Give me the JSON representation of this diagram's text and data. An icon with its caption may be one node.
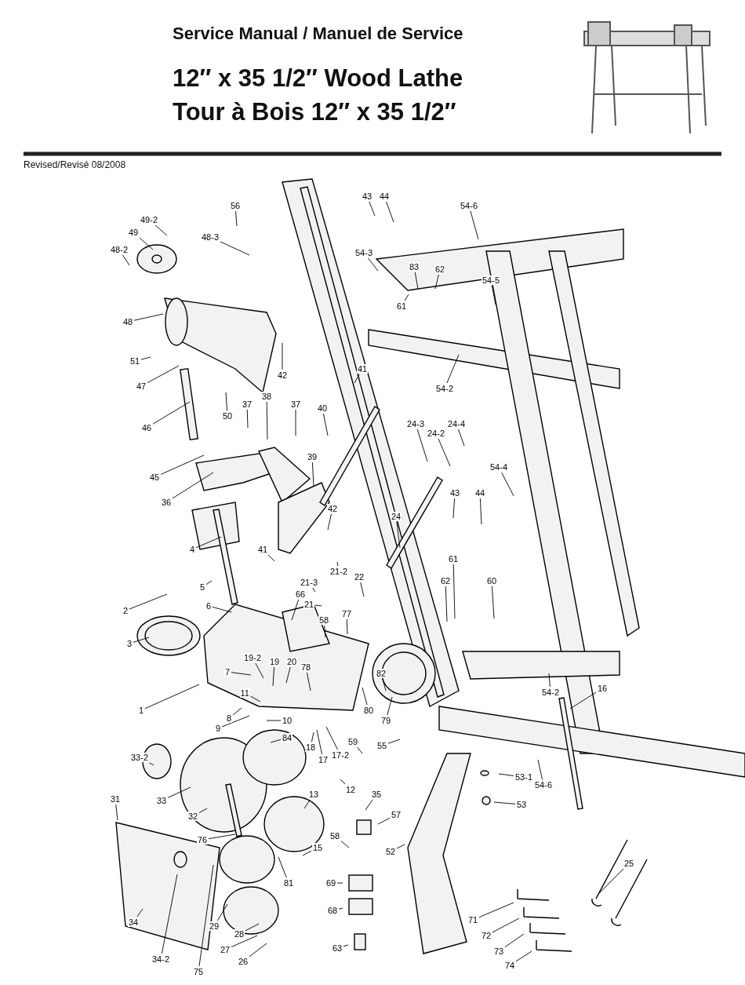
{
  "diagram": {
    "nodes": [
      {
        "text": [
          "43"
        ]
      },
      {
        "text": [
          "44"
        ]
      },
      {
        "text": [
          "54-6"
        ]
      },
      {
        "text": [
          "56"
        ]
      },
      {
        "text": [
          "49-2"
        ]
      },
      {
        "text": [
          "49"
        ]
      },
      {
        "text": [
          "48-2"
        ]
      },
      {
        "text": [
          "48-3"
        ]
      },
      {
        "text": [
          "54-3"
        ]
      },
      {
        "text": [
          "83"
        ]
      },
      {
        "text": [
          "62"
        ]
      },
      {
        "text": [
          "61"
        ]
      },
      {
        "text": [
          "54-5"
        ]
      },
      {
        "text": [
          "48"
        ]
      },
      {
        "text": [
          "42"
        ]
      },
      {
        "text": [
          "51"
        ]
      },
      {
        "text": [
          "47"
        ]
      },
      {
        "text": [
          "41"
        ]
      },
      {
        "text": [
          "54-2"
        ]
      },
      {
        "text": [
          "50"
        ]
      },
      {
        "text": [
          "37"
        ]
      },
      {
        "text": [
          "38"
        ]
      },
      {
        "text": [
          "37"
        ]
      },
      {
        "text": [
          "40"
        ]
      },
      {
        "text": [
          "46"
        ]
      },
      {
        "text": [
          "24-3"
        ]
      },
      {
        "text": [
          "24-2"
        ]
      },
      {
        "text": [
          "24-4"
        ]
      },
      {
        "text": [
          "39"
        ]
      },
      {
        "text": [
          "45"
        ]
      },
      {
        "text": [
          "54-4"
        ]
      },
      {
        "text": [
          "36"
        ]
      },
      {
        "text": [
          "43"
        ]
      },
      {
        "text": [
          "42"
        ]
      },
      {
        "text": [
          "44"
        ]
      },
      {
        "text": [
          "24"
        ]
      },
      {
        "text": [
          "4"
        ]
      },
      {
        "text": [
          "41"
        ]
      },
      {
        "text": [
          "21-2"
        ]
      },
      {
        "text": [
          "5"
        ]
      },
      {
        "text": [
          "21-3"
        ]
      },
      {
        "text": [
          "22"
        ]
      },
      {
        "text": [
          "62"
        ]
      },
      {
        "text": [
          "61"
        ]
      },
      {
        "text": [
          "60"
        ]
      },
      {
        "text": [
          "66"
        ]
      },
      {
        "text": [
          "2"
        ]
      },
      {
        "text": [
          "6"
        ]
      },
      {
        "text": [
          "21"
        ]
      },
      {
        "text": [
          "77"
        ]
      },
      {
        "text": [
          "58"
        ]
      },
      {
        "text": [
          "3"
        ]
      },
      {
        "text": [
          "19-2"
        ]
      },
      {
        "text": [
          "19"
        ]
      },
      {
        "text": [
          "20"
        ]
      },
      {
        "text": [
          "78"
        ]
      },
      {
        "text": [
          "7"
        ]
      },
      {
        "text": [
          "11"
        ]
      },
      {
        "text": [
          "82"
        ]
      },
      {
        "text": [
          "54-2"
        ]
      },
      {
        "text": [
          "16"
        ]
      },
      {
        "text": [
          "1"
        ]
      },
      {
        "text": [
          "9"
        ]
      },
      {
        "text": [
          "8"
        ]
      },
      {
        "text": [
          "80"
        ]
      },
      {
        "text": [
          "79"
        ]
      },
      {
        "text": [
          "10"
        ]
      },
      {
        "text": [
          "84"
        ]
      },
      {
        "text": [
          "18"
        ]
      },
      {
        "text": [
          "17"
        ]
      },
      {
        "text": [
          "17-2"
        ]
      },
      {
        "text": [
          "59"
        ]
      },
      {
        "text": [
          "55"
        ]
      },
      {
        "text": [
          "33-2"
        ]
      },
      {
        "text": [
          "53-1"
        ]
      },
      {
        "text": [
          "54-6"
        ]
      },
      {
        "text": [
          "12"
        ]
      },
      {
        "text": [
          "13"
        ]
      },
      {
        "text": [
          "35"
        ]
      },
      {
        "text": [
          "33"
        ]
      },
      {
        "text": [
          "31"
        ]
      },
      {
        "text": [
          "32"
        ]
      },
      {
        "text": [
          "53"
        ]
      },
      {
        "text": [
          "57"
        ]
      },
      {
        "text": [
          "58"
        ]
      },
      {
        "text": [
          "15"
        ]
      },
      {
        "text": [
          "76"
        ]
      },
      {
        "text": [
          "52"
        ]
      },
      {
        "text": [
          "25"
        ]
      },
      {
        "text": [
          "81"
        ]
      },
      {
        "text": [
          "69"
        ]
      },
      {
        "text": [
          "68"
        ]
      },
      {
        "text": [
          "71"
        ]
      },
      {
        "text": [
          "34"
        ]
      },
      {
        "text": [
          "29"
        ]
      },
      {
        "text": [
          "72"
        ]
      },
      {
        "text": [
          "28"
        ]
      },
      {
        "text": [
          "63"
        ]
      },
      {
        "text": [
          "27"
        ]
      },
      {
        "text": [
          "73"
        ]
      },
      {
        "text": [
          "26"
        ]
      },
      {
        "text": [
          "34-2"
        ]
      },
      {
        "text": [
          "74"
        ]
      },
      {
        "text": [
          "75"
        ]
      }
    ],
    "edges": [
      {
        "from": 0,
        "to": null,
        "arrow": "none"
      },
      {
        "from": 1,
        "to": null,
        "arrow": "none"
      },
      {
        "from": 2,
        "to": null,
        "arrow": "none"
      },
      {
        "from": 3,
        "to": null,
        "arrow": "none"
      },
      {
        "from": 4,
        "to": null,
        "arrow": "none"
      },
      {
        "from": 5,
        "to": null,
        "arrow": "none"
      },
      {
        "from": 6,
        "to": null,
        "arrow": "none"
      },
      {
        "from": 7,
        "to": null,
        "arrow": "none"
      },
      {
        "from": 8,
        "to": null,
        "arrow": "none"
      },
      {
        "from": 9,
        "to": null,
        "arrow": "none"
      },
      {
        "from": 10,
        "to": null,
        "arrow": "none"
      },
      {
        "from": 11,
        "to": null,
        "arrow": "none"
      },
      {
        "from": 12,
        "to": null,
        "arrow": "none"
      },
      {
        "from": 13,
        "to": null,
        "arrow": "none"
      },
      {
        "from": 14,
        "to": null,
        "arrow": "none"
      },
      {
        "from": 15,
        "to": null,
        "arrow": "none"
      },
      {
        "from": 16,
        "to": null,
        "arrow": "none"
      },
      {
        "from": 17,
        "to": null,
        "arrow": "none"
      },
      {
        "from": 18,
        "to": null,
        "arrow": "none"
      },
      {
        "from": 19,
        "to": null,
        "arrow": "none"
      },
      {
        "from": 20,
        "to": null,
        "arrow": "none"
      },
      {
        "from": 21,
        "to": null,
        "arrow": "none"
      },
      {
        "from": 22,
        "to": null,
        "arrow": "none"
      },
      {
        "from": 23,
        "to": null,
        "arrow": "none"
      },
      {
        "from": 24,
        "to": null,
        "arrow": "none"
      },
      {
        "from": 25,
        "to": null,
        "arrow": "none"
      },
      {
        "from": 26,
        "to": null,
        "arrow": "none"
      },
      {
        "from": 27,
        "to": null,
        "arrow": "none"
      },
      {
        "from": 28,
        "to": null,
        "arrow": "none"
      },
      {
        "from": 29,
        "to": null,
        "arrow": "none"
      },
      {
        "from": 30,
        "to": null,
        "arrow": "none"
      },
      {
        "from": 31,
        "to": null,
        "arrow": "none"
      },
      {
        "from": 32,
        "to": null,
        "arrow": "none"
      },
      {
        "from": 33,
        "to": null,
        "arrow": "none"
      },
      {
        "from": 34,
        "to": null,
        "arrow": "none"
      },
      {
        "from": 35,
        "to": null,
        "arrow": "none"
      },
      {
        "from": 36,
        "to": null,
        "arrow": "none"
      },
      {
        "from": 37,
        "to": null,
        "arrow": "none"
      },
      {
        "from": 38,
        "to": null,
        "arrow": "none"
      },
      {
        "from": 39,
        "to": null,
        "arrow": "none"
      },
      {
        "from": 40,
        "to": null,
        "arrow": "none"
      },
      {
        "from": 41,
        "to": null,
        "arrow": "none"
      },
      {
        "from": 42,
        "to": null,
        "arrow": "none"
      },
      {
        "from": 43,
        "to": null,
        "arrow": "none"
      },
      {
        "from": 44,
        "to": null,
        "arrow": "none"
      },
      {
        "from": 45,
        "to": null,
        "arrow": "none"
      },
      {
        "from": 46,
        "to": null,
        "arrow": "none"
      },
      {
        "from": 47,
        "to": null,
        "arrow": "none"
      },
      {
        "from": 48,
        "to": null,
        "arrow": "none"
      },
      {
        "from": 49,
        "to": null,
        "arrow": "none"
      },
      {
        "from": 50,
        "to": null,
        "arrow": "none"
      },
      {
        "from": 51,
        "to": null,
        "arrow": "none"
      },
      {
        "from": 52,
        "to": null,
        "arrow": "none"
      },
      {
        "from": 53,
        "to": null,
        "arrow": "none"
      },
      {
        "from": 54,
        "to": null,
        "arrow": "none"
      },
      {
        "from": 55,
        "to": null,
        "arrow": "none"
      },
      {
        "from": 56,
        "to": null,
        "arrow": "none"
      },
      {
        "from": 57,
        "to": null,
        "arrow": "none"
      },
      {
        "from": 58,
        "to": null,
        "arrow": "none"
      },
      {
        "from": 59,
        "to": null,
        "arrow": "none"
      },
      {
        "from": 60,
        "to": null,
        "arrow": "none"
      },
      {
        "from": 61,
        "to": null,
        "arrow": "none"
      },
      {
        "from": 62,
        "to": null,
        "arrow": "none"
      },
      {
        "from": 63,
        "to": null,
        "arrow": "none"
      },
      {
        "from": 64,
        "to": null,
        "arrow": "none"
      },
      {
        "from": 65,
        "to": null,
        "arrow": "none"
      },
      {
        "from": 66,
        "to": null,
        "arrow": "none"
      },
      {
        "from": 67,
        "to": null,
        "arrow": "none"
      },
      {
        "from": 68,
        "to": null,
        "arrow": "none"
      },
      {
        "from": 69,
        "to": null,
        "arrow": "none"
      },
      {
        "from": 70,
        "to": null,
        "arrow": "none"
      },
      {
        "from": 71,
        "to": null,
        "arrow": "none"
      },
      {
        "from": 72,
        "to": null,
        "arrow": "none"
      },
      {
        "from": 73,
        "to": null,
        "arrow": "none"
      },
      {
        "from": 74,
        "to": null,
        "arrow": "none"
      },
      {
        "from": 75,
        "to": null,
        "arrow": "none"
      },
      {
        "from": 76,
        "to": null,
        "arrow": "none"
      },
      {
        "from": 77,
        "to": null,
        "arrow": "none"
      },
      {
        "from": 78,
        "to": null,
        "arrow": "none"
      },
      {
        "from": 79,
        "to": null,
        "arrow": "none"
      },
      {
        "from": 80,
        "to": null,
        "arrow": "none"
      },
      {
        "from": 81,
        "to": null,
        "arrow": "none"
      },
      {
        "from": 82,
        "to": null,
        "arrow": "none"
      },
      {
        "from": 83,
        "to": null,
        "arrow": "none"
      },
      {
        "from": 84,
        "to": null,
        "arrow": "none"
      },
      {
        "from": 85,
        "to": null,
        "arrow": "none"
      },
      {
        "from": 86,
        "to": null,
        "arrow": "none"
      },
      {
        "from": 87,
        "to": null,
        "arrow": "none"
      },
      {
        "from": 88,
        "to": null,
        "arrow": "none"
      },
      {
        "from": 89,
        "to": null,
        "arrow": "none"
      },
      {
        "from": 90,
        "to": null,
        "arrow": "none"
      },
      {
        "from": 91,
        "to": null,
        "arrow": "none"
      },
      {
        "from": 92,
        "to": null,
        "arrow": "none"
      },
      {
        "from": 93,
        "to": null,
        "arrow": "none"
      },
      {
        "from": 94,
        "to": null,
        "arrow": "none"
      },
      {
        "from": 95,
        "to": null,
        "arrow": "none"
      },
      {
        "from": 96,
        "to": null,
        "arrow": "none"
      },
      {
        "from": 97,
        "to": null,
        "arrow": "none"
      },
      {
        "from": 98,
        "to": null,
        "arrow": "none"
      },
      {
        "from": 99,
        "to": null,
        "arrow": "none"
      },
      {
        "from": 100,
        "to": null,
        "arrow": "none"
      },
      {
        "from": 101,
        "to": null,
        "arrow": "none"
      },
      {
        "from": 102,
        "to": null,
        "arrow": "none"
      },
      {
        "from": 103,
        "to": null,
        "arrow": "none"
      }
    ],
    "labels": [
      "Service Manual / Manuel de Service",
      "12″ x 35 1/2″ Wood Lathe",
      "Tour à Bois 12″ x 35 1/2″",
      "Revised/Revisé 08/2008"
    ]
  }
}
